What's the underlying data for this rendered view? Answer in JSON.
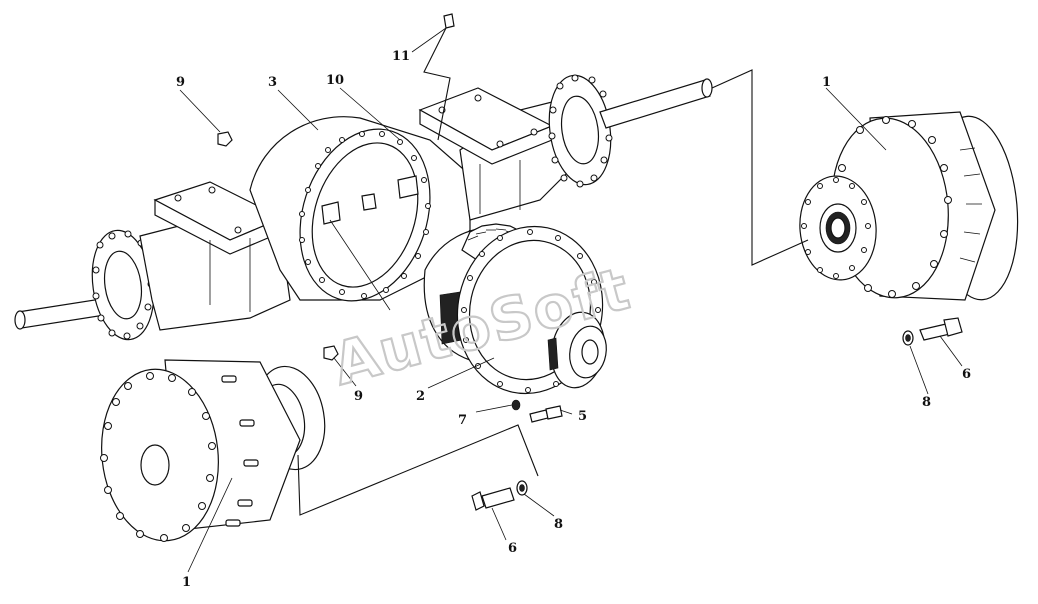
{
  "drawing": {
    "watermark": "AutoSoft",
    "callouts": [
      {
        "id": "c1-right",
        "text": "1"
      },
      {
        "id": "c1-left",
        "text": "1"
      },
      {
        "id": "c2",
        "text": "2"
      },
      {
        "id": "c3",
        "text": "3"
      },
      {
        "id": "c5",
        "text": "5"
      },
      {
        "id": "c6-right",
        "text": "6"
      },
      {
        "id": "c6-bottom",
        "text": "6"
      },
      {
        "id": "c7",
        "text": "7"
      },
      {
        "id": "c8-right",
        "text": "8"
      },
      {
        "id": "c8-bottom",
        "text": "8"
      },
      {
        "id": "c9-top",
        "text": "9"
      },
      {
        "id": "c9-mid",
        "text": "9"
      },
      {
        "id": "c10",
        "text": "10"
      },
      {
        "id": "c11",
        "text": "11"
      }
    ]
  }
}
